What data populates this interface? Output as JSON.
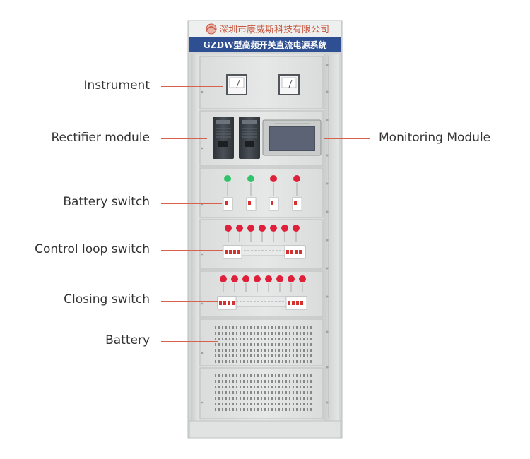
{
  "cabinet": {
    "company_name": "深圳市康威斯科技有限公司",
    "model_title": "GZDW型高频开关直流电源系统"
  },
  "labels": {
    "instrument": "Instrument",
    "rectifier_module": "Rectifier module",
    "monitoring_module": "Monitoring Module",
    "battery_switch": "Battery switch",
    "control_loop_switch": "Control loop switch",
    "closing_switch": "Closing switch",
    "battery": "Battery"
  },
  "colors": {
    "leader_line": "#d9614a",
    "cabinet_body": "#dde0de",
    "header_blue": "#2f4f93",
    "indicator_green": "#2fc46a",
    "indicator_red": "#e0203a",
    "breaker_red": "#d4322e",
    "module_dark": "#3a3f45"
  }
}
